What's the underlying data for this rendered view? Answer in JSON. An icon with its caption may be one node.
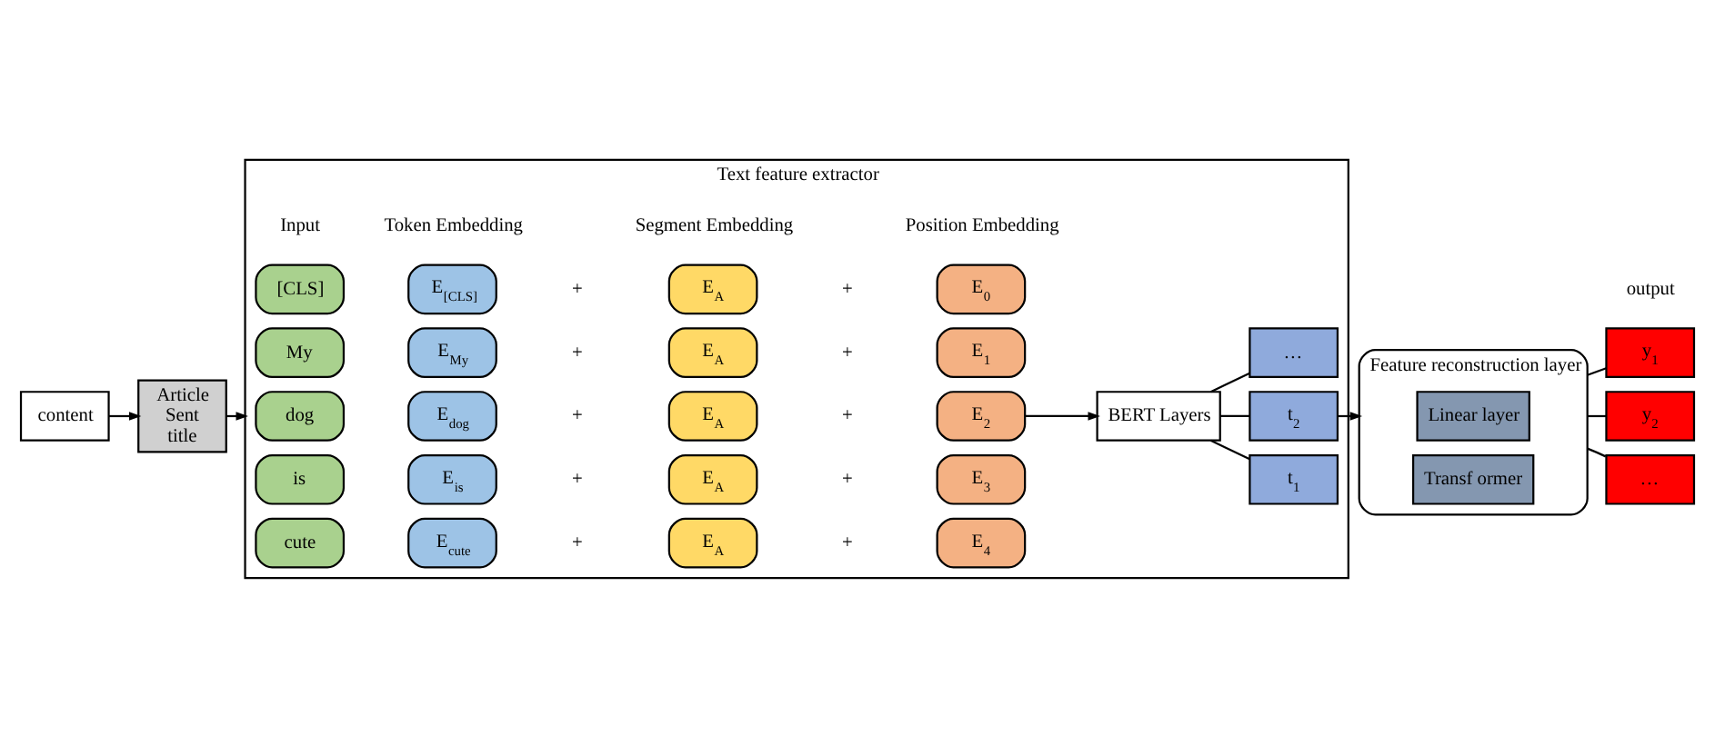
{
  "diagram": {
    "nodes": [
      {
        "text": [
          "content"
        ]
      },
      {
        "text": [
          "Article",
          "Sent",
          "title"
        ]
      },
      {
        "text": [
          "Text feature extractor"
        ]
      },
      {
        "text": [
          "[CLS]"
        ],
        "in": 2
      },
      {
        "text": [
          "E$_{[CLS]}$"
        ],
        "in": 2
      },
      {
        "text": [
          "E$_{A}$"
        ],
        "in": 2
      },
      {
        "text": [
          "E$_{0}$"
        ],
        "in": 2
      },
      {
        "text": [
          "My"
        ],
        "in": 2
      },
      {
        "text": [
          "E$_{My}$"
        ],
        "in": 2
      },
      {
        "text": [
          "E$_{A}$"
        ],
        "in": 2
      },
      {
        "text": [
          "E$_{1}$"
        ],
        "in": 2
      },
      {
        "text": [
          "dog"
        ],
        "in": 2
      },
      {
        "text": [
          "E$_{dog}$"
        ],
        "in": 2
      },
      {
        "text": [
          "E$_{A}$"
        ],
        "in": 2
      },
      {
        "text": [
          "E$_{2}$"
        ],
        "in": 2
      },
      {
        "text": [
          "is"
        ],
        "in": 2
      },
      {
        "text": [
          "E$_{is}$"
        ],
        "in": 2
      },
      {
        "text": [
          "E$_{A}$"
        ],
        "in": 2
      },
      {
        "text": [
          "E$_{3}$"
        ],
        "in": 2
      },
      {
        "text": [
          "cute"
        ],
        "in": 2
      },
      {
        "text": [
          "E$_{cute}$"
        ],
        "in": 2
      },
      {
        "text": [
          "E$_{A}$"
        ],
        "in": 2
      },
      {
        "text": [
          "E$_{4}$"
        ],
        "in": 2
      },
      {
        "text": [
          "BERT Layers"
        ],
        "in": 2
      },
      {
        "text": [
          "t$_{1}$"
        ],
        "in": 2
      },
      {
        "text": [
          "t$_{2}$"
        ],
        "in": 2
      },
      {
        "text": [
          "…"
        ],
        "in": 2
      },
      {
        "text": [
          "Feature reconstruction layer"
        ]
      },
      {
        "text": [
          "Linear layer"
        ],
        "in": 27
      },
      {
        "text": [
          "Transf ormer"
        ],
        "in": 27
      },
      {
        "text": [
          "y$_{1}$"
        ]
      },
      {
        "text": [
          "y$_{2}$"
        ]
      },
      {
        "text": [
          "…"
        ]
      }
    ],
    "edges": [
      {
        "from": 0,
        "to": 1,
        "arrow": "to"
      },
      {
        "from": 1,
        "to": 2,
        "arrow": "to"
      },
      {
        "from": 14,
        "to": 23,
        "arrow": "to"
      },
      {
        "from": 23,
        "to": 24,
        "arrow": "none"
      },
      {
        "from": 23,
        "to": 25,
        "arrow": "none"
      },
      {
        "from": 23,
        "to": 26,
        "arrow": "none"
      },
      {
        "from": 25,
        "to": 27,
        "arrow": "to"
      },
      {
        "from": 27,
        "to": 30,
        "arrow": "none"
      },
      {
        "from": 27,
        "to": 31,
        "arrow": "none"
      },
      {
        "from": 27,
        "to": 32,
        "arrow": "none"
      }
    ],
    "labels": [
      "Input",
      "Token Embedding",
      "Segment Embedding",
      "Position Embedding",
      "output",
      "+",
      "+",
      "+",
      "+",
      "+",
      "+",
      "+",
      "+",
      "+",
      "+"
    ]
  }
}
